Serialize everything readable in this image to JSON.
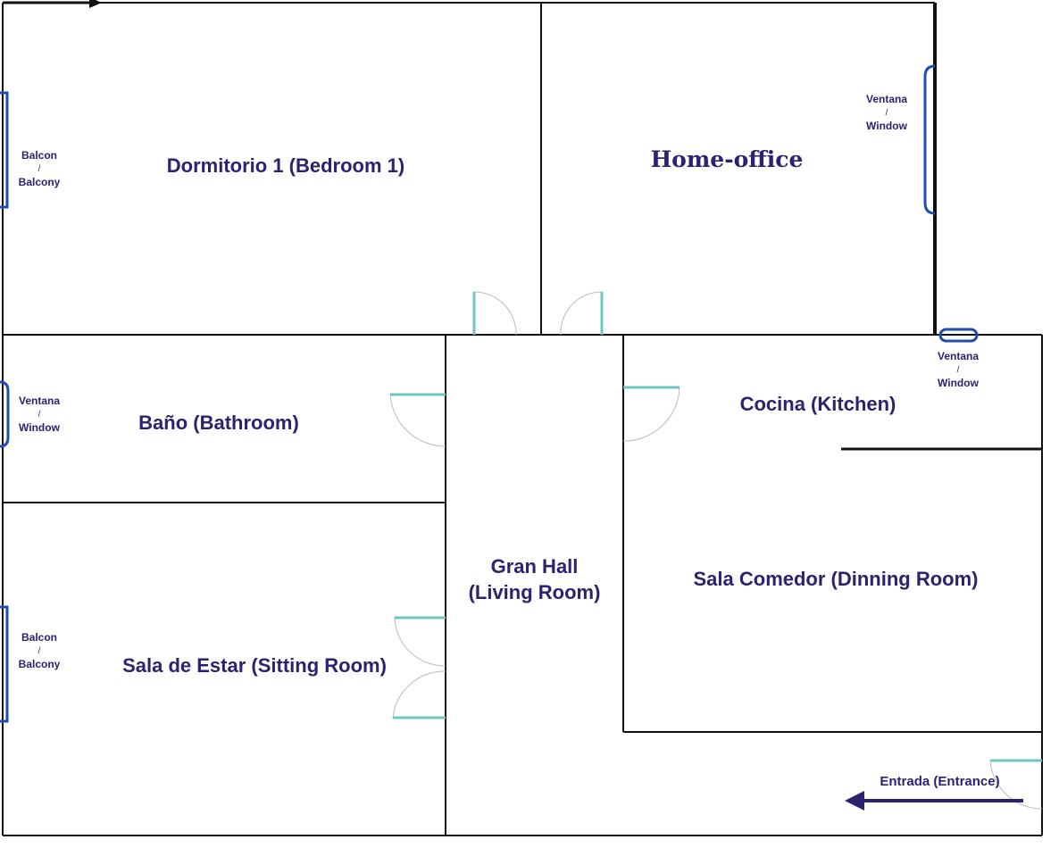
{
  "rooms": {
    "bedroom1": "Dormitorio 1 (Bedroom 1)",
    "home_office": "Home-office",
    "bathroom": "Baño (Bathroom)",
    "kitchen": "Cocina (Kitchen)",
    "living_room_line1": "Gran Hall",
    "living_room_line2": "(Living Room)",
    "dining_room": "Sala Comedor (Dinning Room)",
    "sitting_room": "Sala de Estar (Sitting Room)",
    "entrance": "Entrada (Entrance)"
  },
  "openings": {
    "balcony_top": {
      "line1": "Balcon",
      "sep": "/",
      "line2": "Balcony"
    },
    "window_office": {
      "line1": "Ventana",
      "sep": "/",
      "line2": "Window"
    },
    "window_bath": {
      "line1": "Ventana",
      "sep": "/",
      "line2": "Window"
    },
    "window_kitchen": {
      "line1": "Ventana",
      "sep": "/",
      "line2": "Window"
    },
    "balcony_bottom": {
      "line1": "Balcon",
      "sep": "/",
      "line2": "Balcony"
    }
  },
  "colors": {
    "wall": "#111111",
    "label": "#2b2270",
    "opening": "#1f4fa8",
    "door": "#6cc7be",
    "arrow": "#2b2270"
  }
}
